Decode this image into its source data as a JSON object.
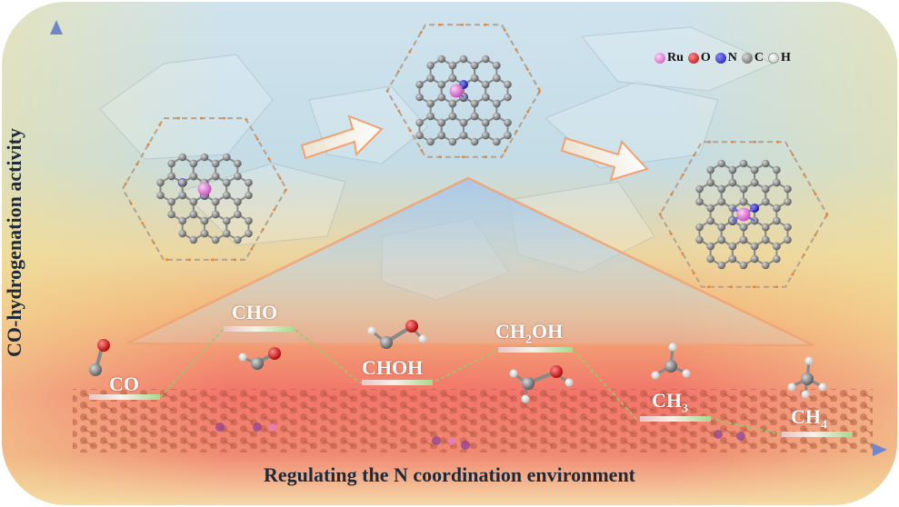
{
  "axes": {
    "y_label": "CO-hydrogenation activity",
    "x_label": "Regulating the N coordination environment"
  },
  "legend": [
    {
      "label": "Ru",
      "color": "#e27ad8"
    },
    {
      "label": "O",
      "color": "#e01818"
    },
    {
      "label": "N",
      "color": "#2a2ad8"
    },
    {
      "label": "C",
      "color": "#707070"
    },
    {
      "label": "H",
      "color": "#f2f2f2"
    }
  ],
  "states": {
    "co": "CO",
    "cho": "CHO",
    "choh": "CHOH",
    "ch2oh_base": "CH",
    "ch2oh_sub": "2",
    "ch2oh_tail": "OH",
    "ch3_base": "CH",
    "ch3_sub": "3",
    "ch4_base": "CH",
    "ch4_sub": "4"
  }
}
